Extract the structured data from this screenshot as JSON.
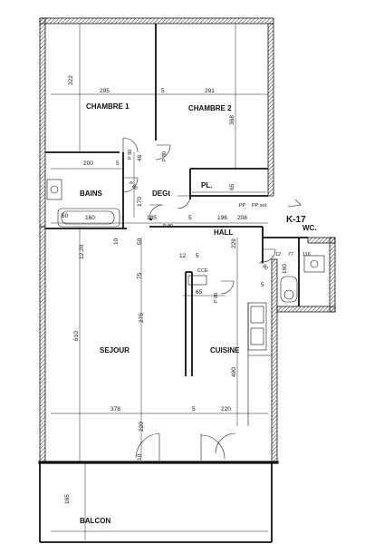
{
  "plan": {
    "reference": "K-17",
    "rooms": {
      "chambre1": "CHAMBRE 1",
      "chambre2": "CHAMBRE 2",
      "bains": "BAINS",
      "degt": "DEGt",
      "pl": "PL.",
      "hall": "HALL",
      "wc": "WC.",
      "sejour": "SEJOUR",
      "cuisine": "CUISINE",
      "balcon": "BALCON",
      "cce": "CCE"
    },
    "dimensions": {
      "d322": "322",
      "d295": "295",
      "d5a": "5",
      "d291": "291",
      "d368": "368",
      "d200": "200",
      "d5b": "5",
      "d46": "46",
      "d170": "170",
      "d60": "60",
      "d160a": "160",
      "d185": "185",
      "d196": "196",
      "d208": "208",
      "d65a": "65",
      "d5c": "5",
      "d1220": "12.20",
      "d10": "10",
      "d50": "50",
      "d12": "12",
      "d5d": "5",
      "d229": "229",
      "d160b": "160",
      "d12w": "12",
      "d77": "77",
      "d116": "116",
      "d5e": "5",
      "d75": "75",
      "d65b": "65",
      "d275": "275",
      "d610": "610",
      "d490": "490",
      "d378": "378",
      "d5f": "5",
      "d220a": "220",
      "d220b": "220",
      "d165": "165",
      "d10b": "10"
    },
    "door_labels": {
      "p80a": "P 80",
      "p80b": "P 80",
      "p80c": "P 80",
      "p80d": "P 80",
      "p80e": "P 80",
      "p80f": "P 80",
      "pp": "PP",
      "ppsol": "PP sol."
    }
  }
}
